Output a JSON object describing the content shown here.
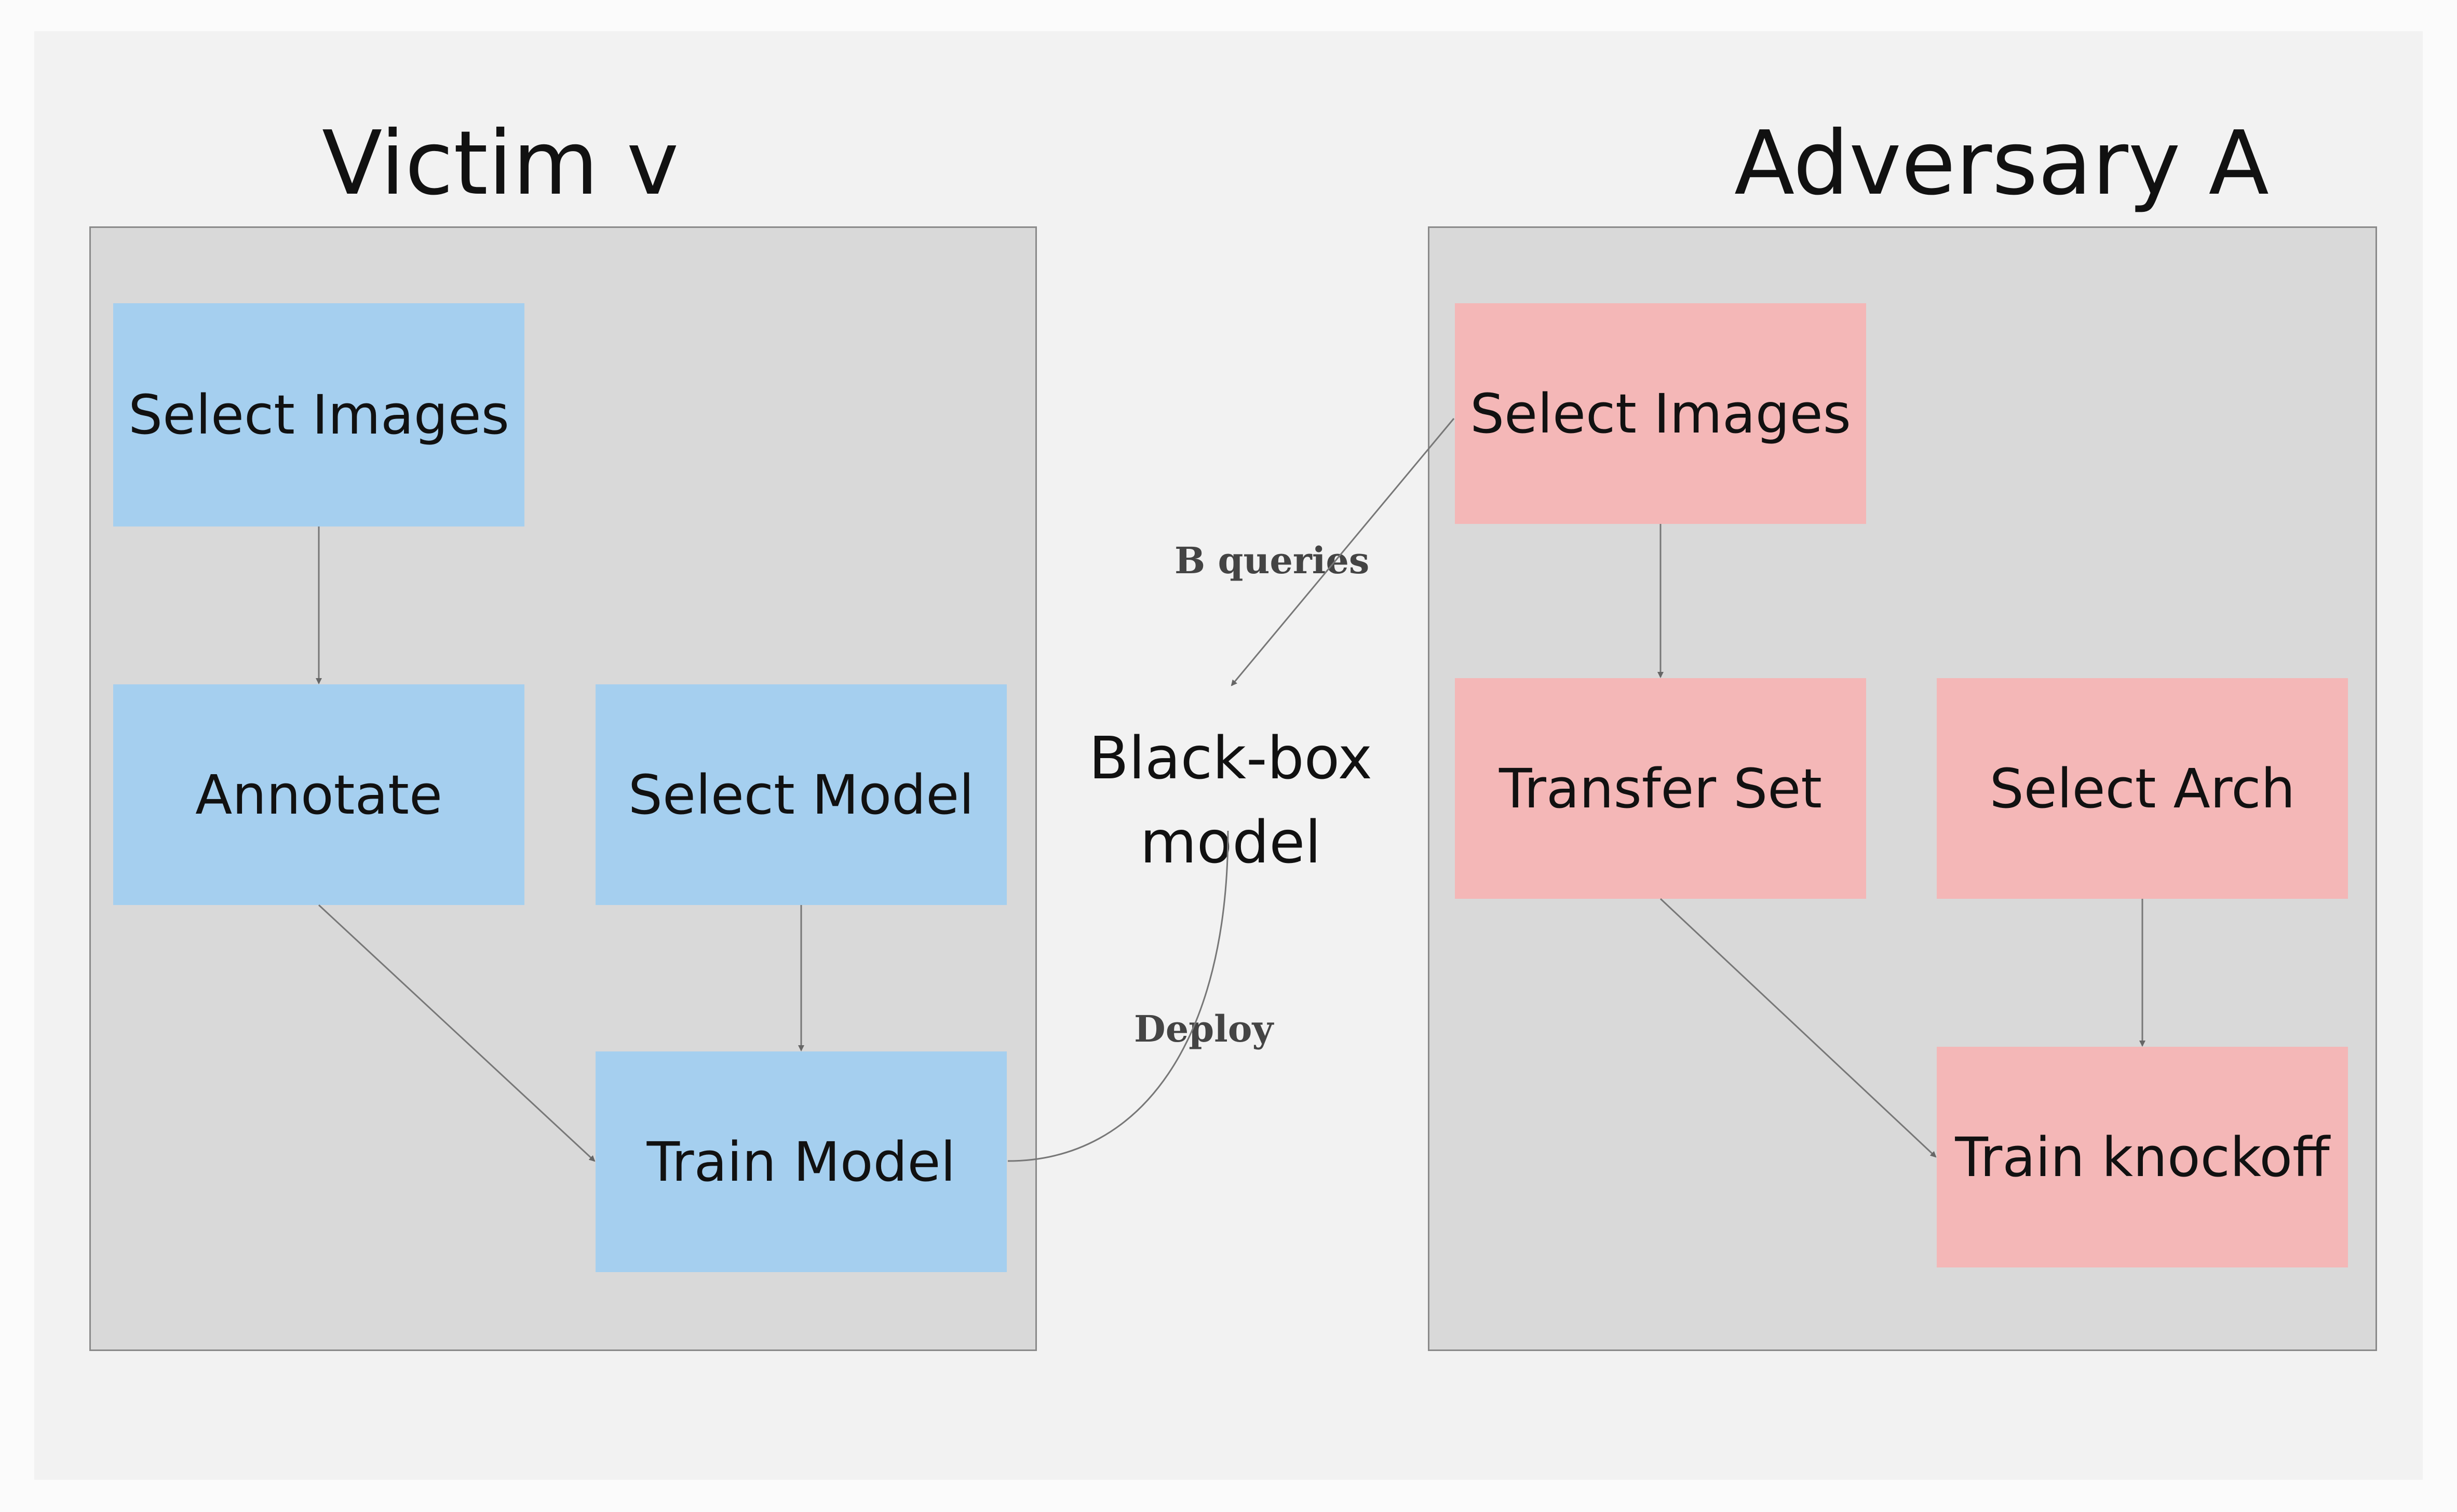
{
  "victim": {
    "title": "Victim v",
    "nodes": {
      "select_images": "Select Images",
      "annotate": "Annotate",
      "select_model": "Select Model",
      "train_model": "Train Model"
    }
  },
  "adversary": {
    "title": "Adversary A",
    "nodes": {
      "select_images": "Select Images",
      "transfer_set": "Transfer Set",
      "select_arch": "Select Arch",
      "train_knockoff": "Train knockoff"
    }
  },
  "blackbox": {
    "line1": "Black-box",
    "line2": "model"
  },
  "edge_labels": {
    "queries": "B queries",
    "deploy": "Deploy"
  },
  "colors": {
    "victim_node": "#a5cfef",
    "adversary_node": "#f4b7b7",
    "panel": "#d9d9d9",
    "arrow": "#666666"
  }
}
